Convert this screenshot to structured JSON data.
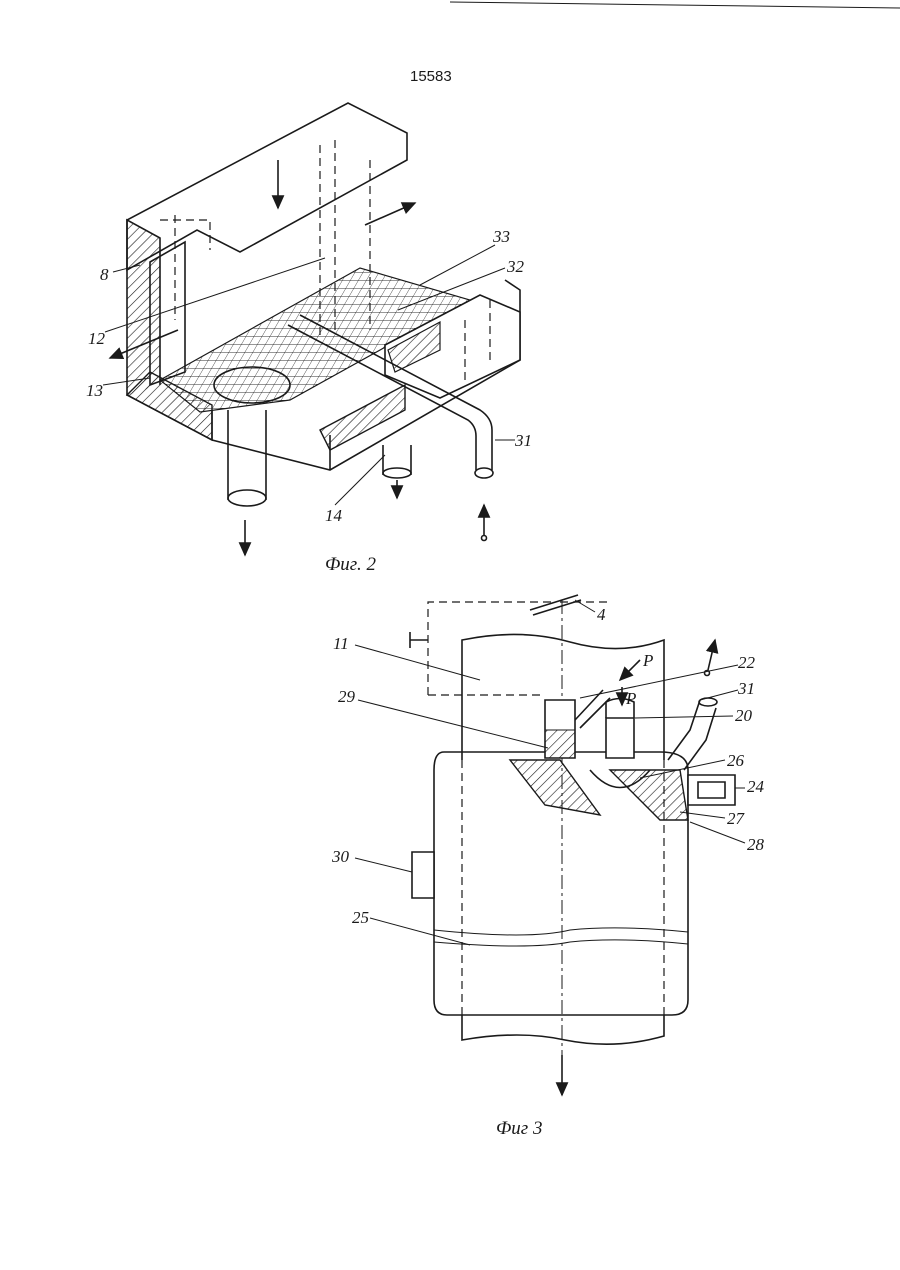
{
  "page_number": "15583",
  "fig2": {
    "caption": "Фиг. 2",
    "labels": {
      "l8": "8",
      "l12": "12",
      "l13": "13",
      "l14": "14",
      "l31": "31",
      "l32": "32",
      "l33": "33"
    }
  },
  "fig3": {
    "caption": "Фиг 3",
    "labels": {
      "l4": "4",
      "l11": "11",
      "l20": "20",
      "l22": "22",
      "l24": "24",
      "l25": "25",
      "l26": "26",
      "l27": "27",
      "l28": "28",
      "l29": "29",
      "l30": "30",
      "l31": "31",
      "p1": "P",
      "p2": "P"
    }
  }
}
